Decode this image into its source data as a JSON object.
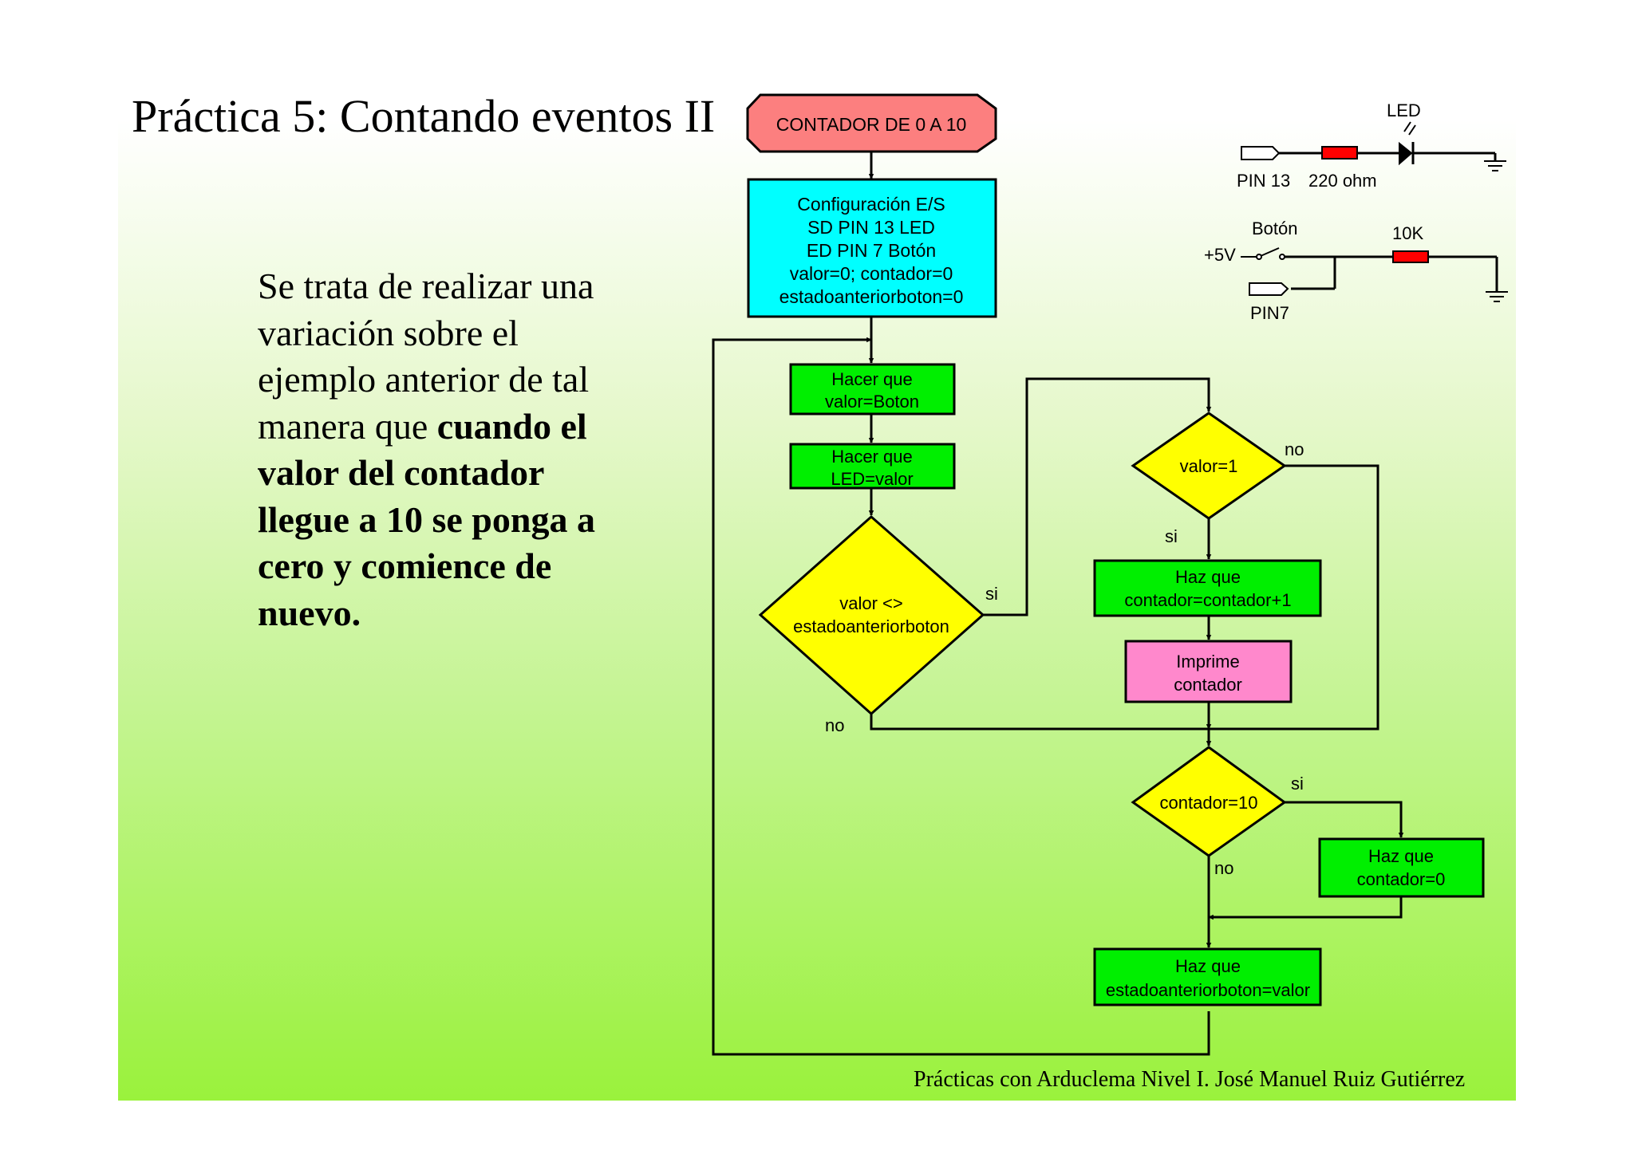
{
  "title": "Práctica 5: Contando eventos II",
  "description": {
    "plain": "Se trata de realizar una variación sobre el ejemplo anterior de tal manera que ",
    "bold": "cuando el valor del contador llegue a 10 se ponga a cero y comience de nuevo."
  },
  "footer": "Prácticas con Arduclema Nivel I.  José Manuel Ruiz Gutiérrez",
  "colors": {
    "start": "#fc7f7f",
    "config": "#00ffff",
    "process": "#00ef00",
    "decision": "#ffff00",
    "print": "#ff88cc",
    "resistor": "#ff0000"
  },
  "flowchart": {
    "start": "CONTADOR DE 0 A 10",
    "config": [
      "Configuración E/S",
      "SD PIN 13 LED",
      "ED PIN 7 Botón",
      "valor=0; contador=0",
      "estadoanteriorboton=0"
    ],
    "read_button": [
      "Hacer que",
      "valor=Boton"
    ],
    "set_led": [
      "Hacer que",
      "LED=valor"
    ],
    "decision_change": [
      "valor <>",
      "estadoanteriorboton"
    ],
    "decision_valor": "valor=1",
    "increment": [
      "Haz que",
      "contador=contador+1"
    ],
    "print": [
      "Imprime",
      "contador"
    ],
    "decision_contador": "contador=10",
    "reset": [
      "Haz que",
      "contador=0"
    ],
    "save_state": [
      "Haz que",
      "estadoanteriorboton=valor"
    ],
    "labels": {
      "si_change": "si",
      "no_change": "no",
      "si_valor": "si",
      "no_valor": "no",
      "si_contador": "si",
      "no_contador": "no"
    }
  },
  "circuit": {
    "led_label": "LED",
    "pin13": "PIN 13",
    "resistor1": "220 ohm",
    "button_label": "Botón",
    "plus5v": "+5V",
    "resistor2": "10K",
    "pin7": "PIN7"
  }
}
